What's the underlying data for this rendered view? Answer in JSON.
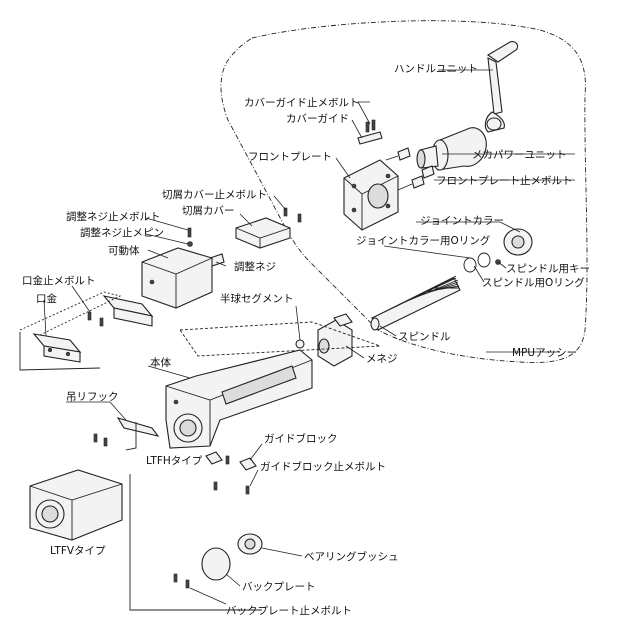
{
  "labels": {
    "handle_unit": "ハンドルユニット",
    "cover_guide_screw": "カバーガイド止メボルト",
    "cover_guide": "カバーガイド",
    "front_plate": "フロントプレート",
    "mecha_power_unit": "メカパワーユニット",
    "front_plate_screw": "フロントプレート止メボルト",
    "chip_cover_screw": "切屑カバー止メボルト",
    "chip_cover": "切屑カバー",
    "adjust_screw_bolt": "調整ネジ止メボルト",
    "adjust_screw_pin": "調整ネジ止メピン",
    "movable_body": "可動体",
    "adjust_screw": "調整ネジ",
    "joint_collar": "ジョイントカラー",
    "joint_collar_oring": "ジョイントカラー用Oリング",
    "spindle_key": "スピンドル用キー",
    "spindle_oring": "スピンドル用Oリング",
    "jaw_screw": "口金止メボルト",
    "jaw": "口金",
    "hemisphere_segment": "半球セグメント",
    "spindle": "スピンドル",
    "mpu_assy": "MPUアッシー",
    "main_body": "本体",
    "nut": "メネジ",
    "lifting_hook": "吊リフック",
    "guide_block": "ガイドブロック",
    "guide_block_screw": "ガイドブロック止メボルト",
    "ltfh_type": "LTFHタイプ",
    "bearing_bush": "ベアリングブッシュ",
    "back_plate": "バックプレート",
    "ltfv_type": "LTFVタイプ",
    "back_plate_screw": "バックプレート止メボルト"
  }
}
